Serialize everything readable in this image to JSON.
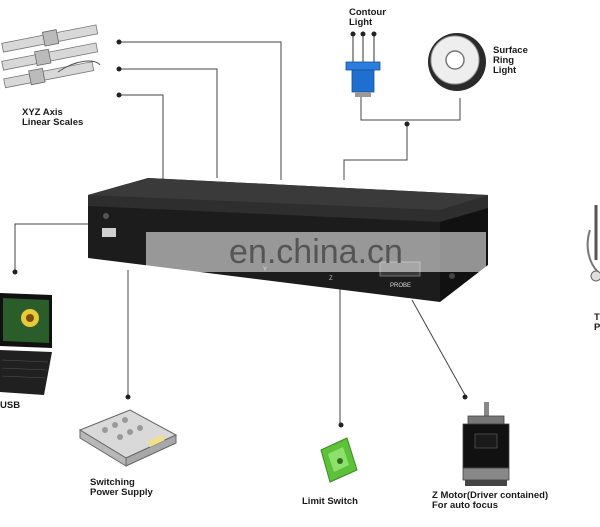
{
  "labels": {
    "xyz_axis_line1": "XYZ Axis",
    "xyz_axis_line2": "Linear Scales",
    "contour_line1": "Contour",
    "contour_line2": "Light",
    "ring_line1": "Surface",
    "ring_line2": "Ring",
    "ring_line3": "Light",
    "usb": "USB",
    "power_line1": "Switching",
    "power_line2": "Power Supply",
    "limit_switch": "Limit Switch",
    "zmotor_line1": "Z  Motor(Driver contained)",
    "zmotor_line2": "For auto focus",
    "right_cut_line1": "T",
    "right_cut_line2": "P",
    "probe": "PROBE",
    "port_y": "Y",
    "port_z": "Z"
  },
  "watermark": "en.china.cn",
  "colors": {
    "box": "#1c1c1c",
    "box_top": "#2e2e2e",
    "line": "#333333",
    "contour_blue": "#1f6fd1",
    "switch_green": "#5cc23a"
  }
}
